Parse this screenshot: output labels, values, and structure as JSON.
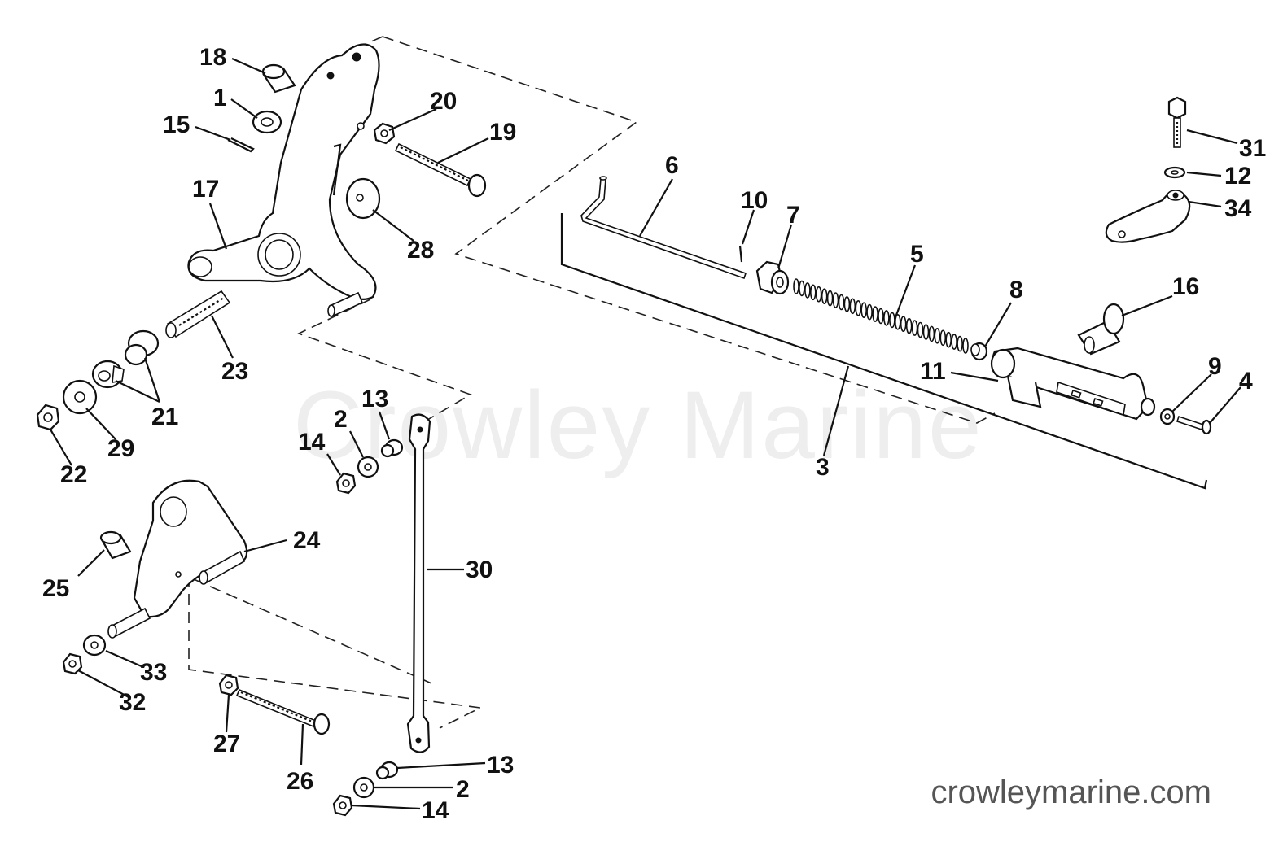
{
  "watermark": "Crowley Marine",
  "website": "crowleymarine.com",
  "callouts": [
    {
      "id": "18",
      "label": "18"
    },
    {
      "id": "1",
      "label": "1"
    },
    {
      "id": "15",
      "label": "15"
    },
    {
      "id": "20",
      "label": "20"
    },
    {
      "id": "19",
      "label": "19"
    },
    {
      "id": "17",
      "label": "17"
    },
    {
      "id": "28",
      "label": "28"
    },
    {
      "id": "23",
      "label": "23"
    },
    {
      "id": "21",
      "label": "21"
    },
    {
      "id": "29",
      "label": "29"
    },
    {
      "id": "22",
      "label": "22"
    },
    {
      "id": "6",
      "label": "6"
    },
    {
      "id": "10",
      "label": "10"
    },
    {
      "id": "7",
      "label": "7"
    },
    {
      "id": "5",
      "label": "5"
    },
    {
      "id": "8",
      "label": "8"
    },
    {
      "id": "16",
      "label": "16"
    },
    {
      "id": "11",
      "label": "11"
    },
    {
      "id": "9",
      "label": "9"
    },
    {
      "id": "4",
      "label": "4"
    },
    {
      "id": "3",
      "label": "3"
    },
    {
      "id": "31",
      "label": "31"
    },
    {
      "id": "12",
      "label": "12"
    },
    {
      "id": "34",
      "label": "34"
    },
    {
      "id": "13a",
      "label": "13"
    },
    {
      "id": "2a",
      "label": "2"
    },
    {
      "id": "14a",
      "label": "14"
    },
    {
      "id": "30",
      "label": "30"
    },
    {
      "id": "24",
      "label": "24"
    },
    {
      "id": "25",
      "label": "25"
    },
    {
      "id": "33",
      "label": "33"
    },
    {
      "id": "32",
      "label": "32"
    },
    {
      "id": "27",
      "label": "27"
    },
    {
      "id": "26",
      "label": "26"
    },
    {
      "id": "13b",
      "label": "13"
    },
    {
      "id": "2b",
      "label": "2"
    },
    {
      "id": "14b",
      "label": "14"
    }
  ]
}
